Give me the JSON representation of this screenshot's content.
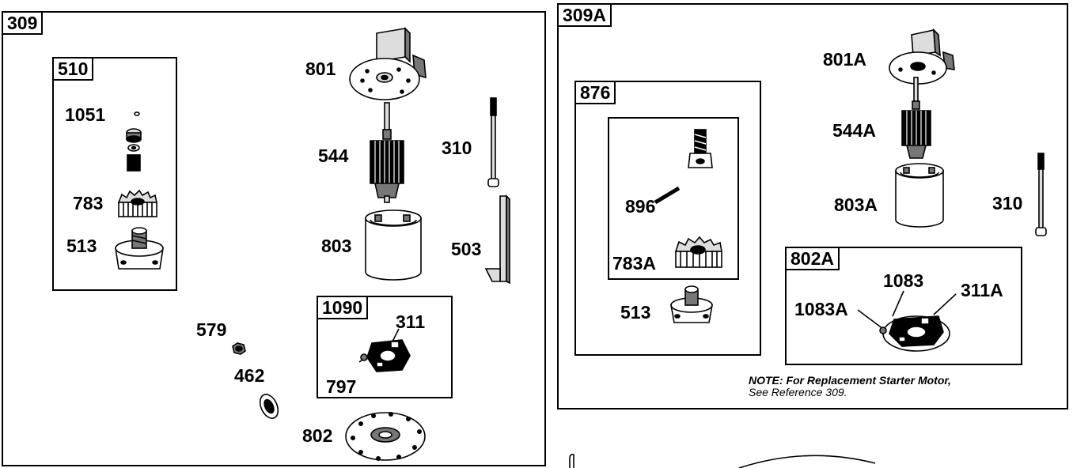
{
  "left_panel": {
    "tag": "309",
    "kit_510": {
      "tag": "510",
      "parts": [
        "1051",
        "783",
        "513"
      ]
    },
    "parts": {
      "p801": "801",
      "p544": "544",
      "p310": "310",
      "p803": "803",
      "p503": "503",
      "p579": "579",
      "p462": "462",
      "p802": "802"
    },
    "kit_1090": {
      "tag": "1090",
      "parts": [
        "311",
        "797"
      ]
    }
  },
  "right_panel": {
    "tag": "309A",
    "kit_876": {
      "tag": "876",
      "parts": [
        "896",
        "783A"
      ]
    },
    "parts": {
      "p513": "513",
      "p801A": "801A",
      "p544A": "544A",
      "p803A": "803A",
      "p310": "310"
    },
    "kit_802A": {
      "tag": "802A",
      "parts": [
        "1083",
        "311A",
        "1083A"
      ]
    },
    "note": {
      "line1_bold": "NOTE: For Replacement Starter Motor,",
      "line2": "See Reference 309."
    }
  }
}
